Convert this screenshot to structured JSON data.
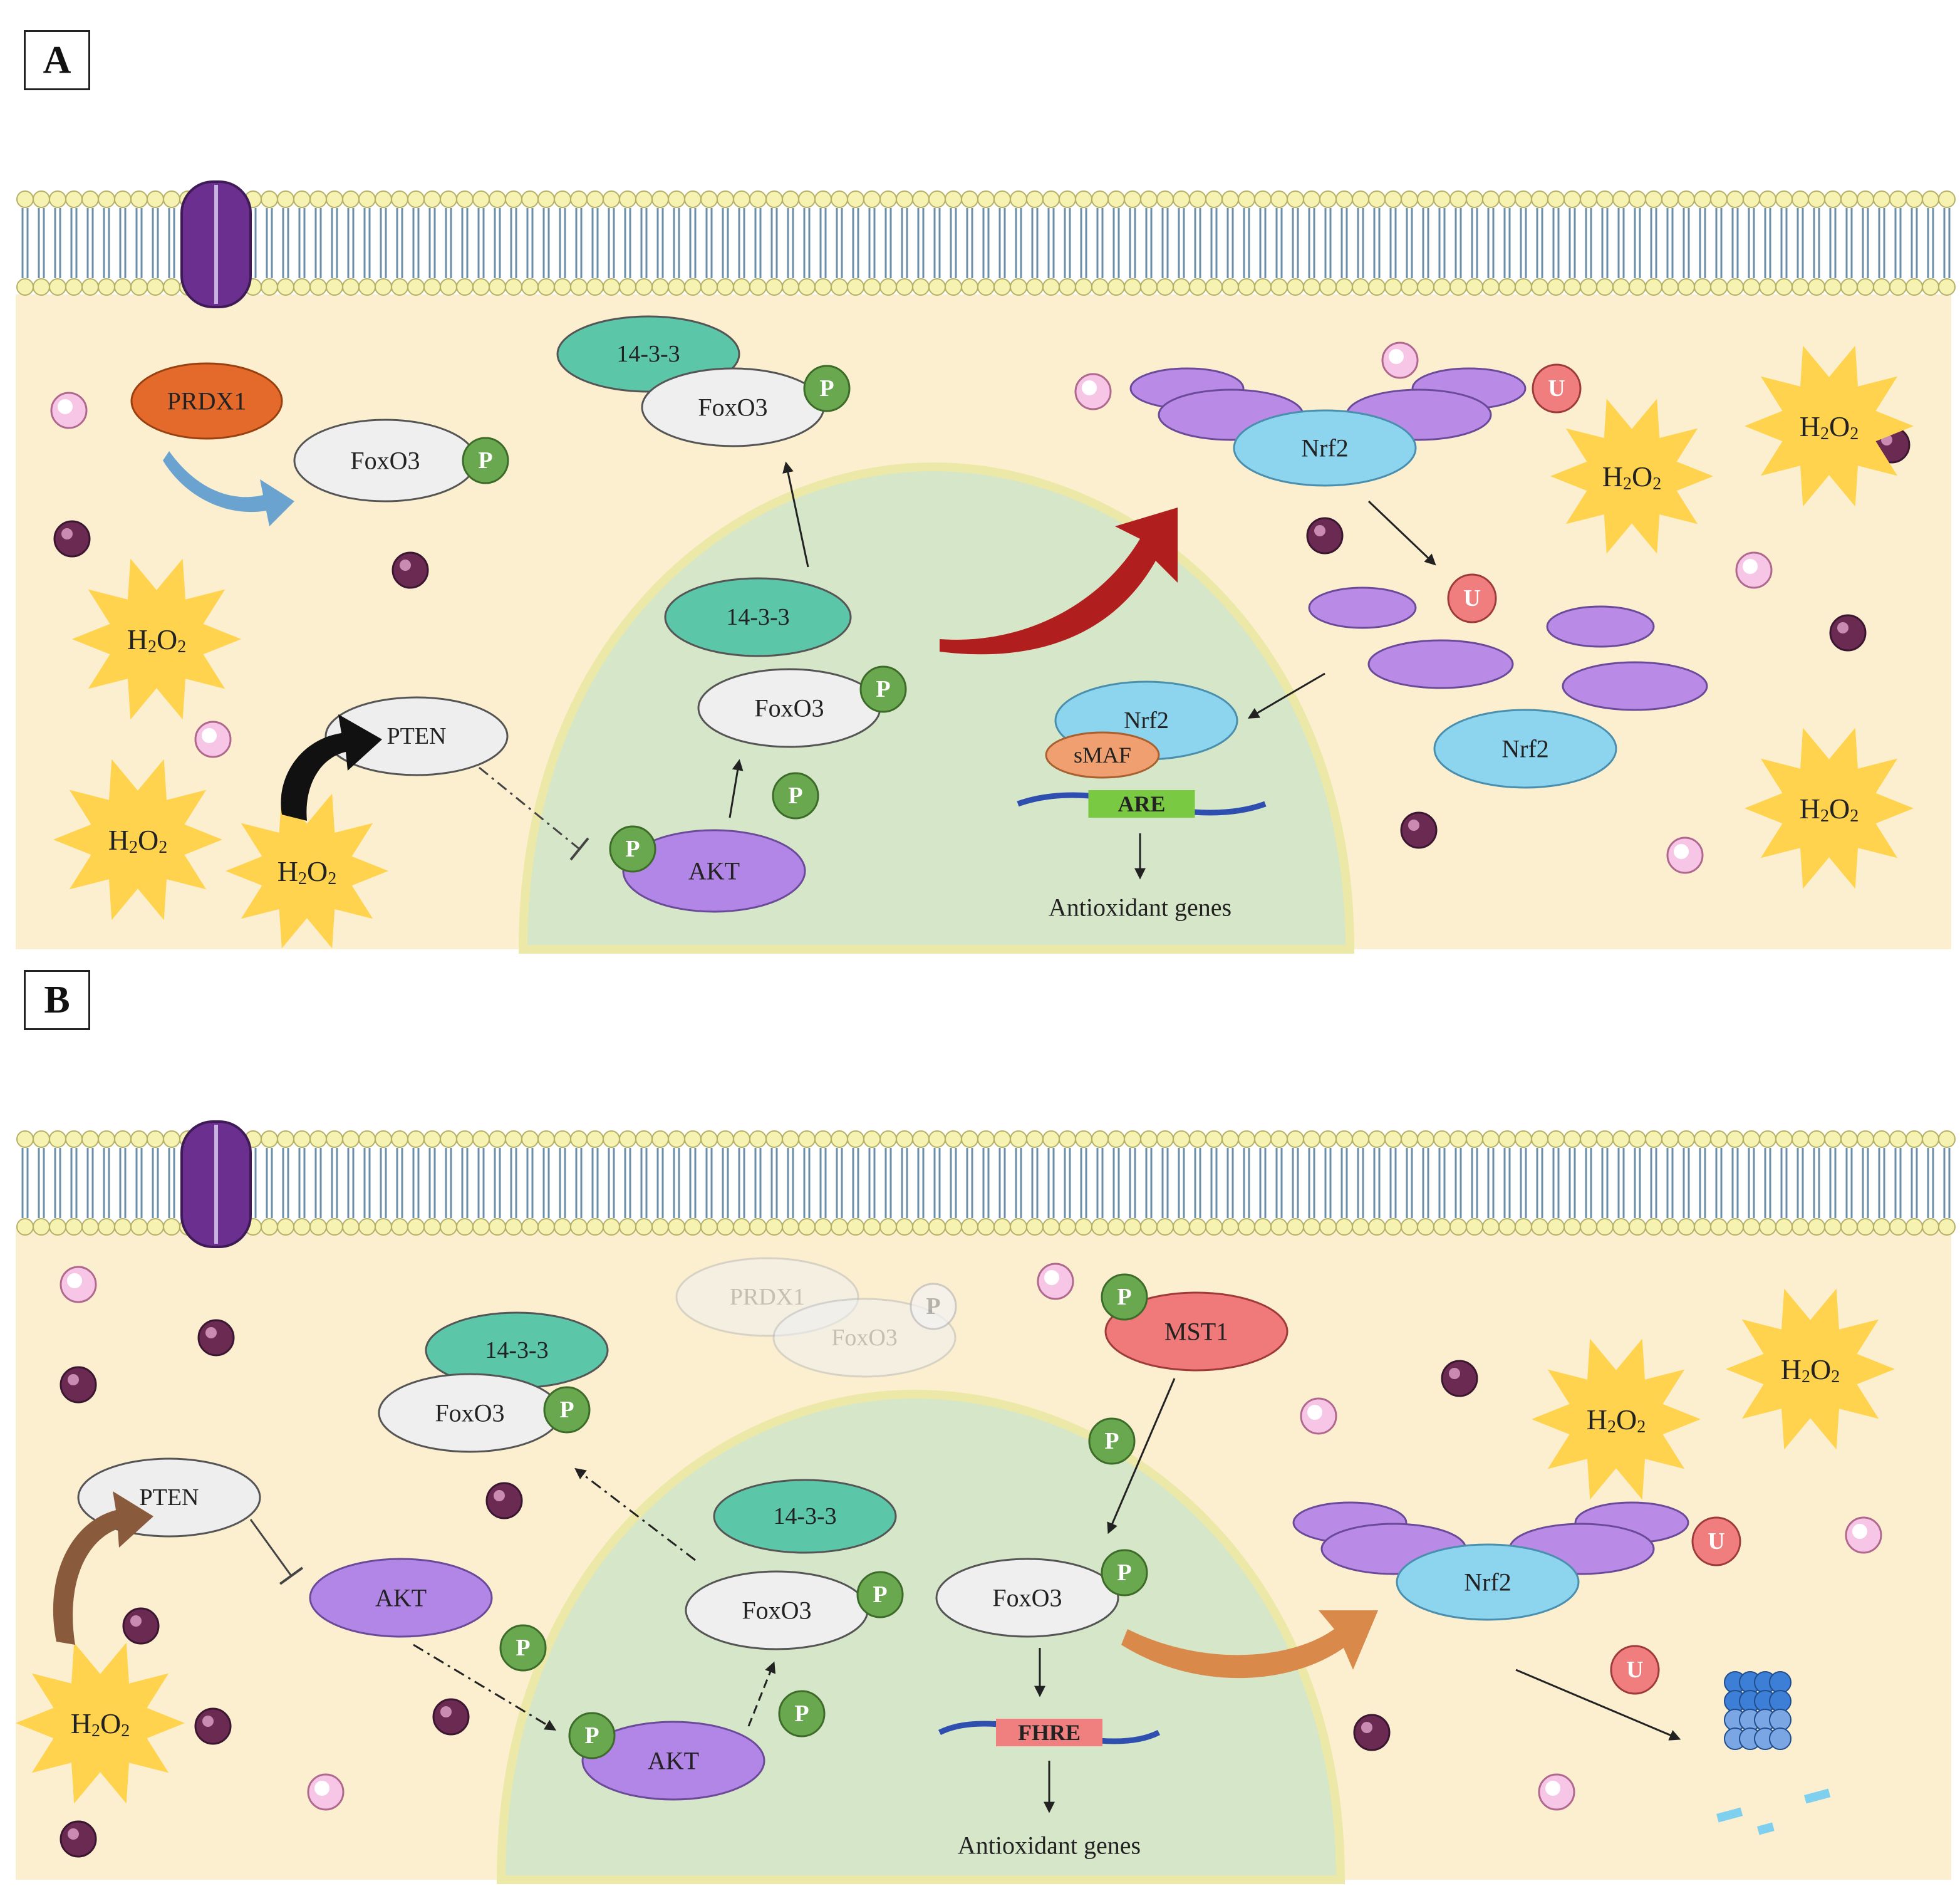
{
  "panels": [
    {
      "id": "A",
      "letter": "A"
    },
    {
      "id": "B",
      "letter": "B"
    }
  ],
  "labels": {
    "prdx1": "PRDX1",
    "foxo3": "FoxO3",
    "p": "P",
    "pten": "PTEN",
    "akt": "AKT",
    "protein_14_3_3": "14-3-3",
    "nrf2": "Nrf2",
    "u": "U",
    "smaf": "sMAF",
    "are": "ARE",
    "fhre": "FHRE",
    "mst1": "MST1",
    "h2o2_H": "H",
    "h2o2_sub": "2",
    "h2o2_O": "O",
    "antioxidant_genes": "Antioxidant genes"
  },
  "colors": {
    "cytoplasm": "#fbefd0",
    "nucleus": "#d6e6c8",
    "nucleus_border": "#ece9a8",
    "membrane_head": "#f6f3b2",
    "channel": "#6b2f8f",
    "prdx1": "#e36a2a",
    "foxo3": "#efefef",
    "phospho": "#6aa84f",
    "protein_14_3_3": "#5cc6a8",
    "akt": "#b286e6",
    "pten": "#eeeeee",
    "nrf2": "#8dd4ef",
    "keap1": "#b98ae6",
    "ubiquitin": "#f07e7e",
    "smaf": "#f0a070",
    "are": "#7ac943",
    "fhre": "#f08080",
    "mst1": "#f07a7a",
    "h2o2_star": "#ffd34d",
    "red_arrow": "#b01e1e",
    "orange_arrow": "#d98a4b",
    "blue_arrow": "#6aa3d0",
    "brown_arrow": "#8a5a3c",
    "proteasome": "#3d7fd6"
  },
  "icons": [
    "membrane-channel-icon",
    "proteasome-icon",
    "h2o2-star-icon",
    "pink-ros-sphere-icon",
    "purple-sphere-icon"
  ]
}
